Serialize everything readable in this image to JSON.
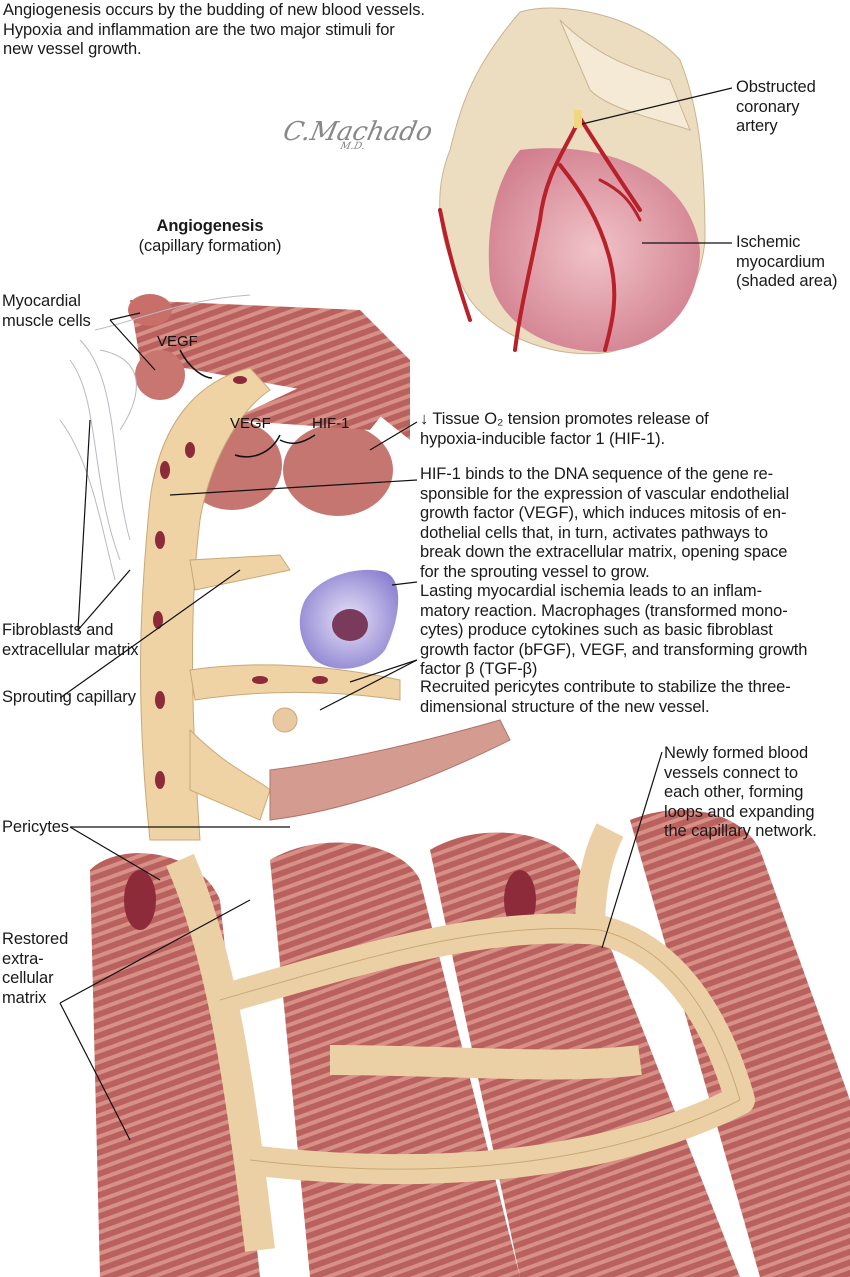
{
  "intro": "Angiogenesis occurs by the budding of new blood vessels.\nHypoxia and inflammation are the two major stimuli for\nnew vessel growth.",
  "signature": {
    "name": "C.Machado",
    "suffix": "M.D."
  },
  "heading": {
    "title": "Angiogenesis",
    "subtitle": "(capillary formation)"
  },
  "heart_labels": {
    "obstructed": "Obstructed\ncoronary\nartery",
    "ischemic": "Ischemic\nmyocardium\n(shaded area)"
  },
  "inline_labels": {
    "vegf_top": "VEGF",
    "vegf_mid": "VEGF",
    "hif": "HIF-1"
  },
  "left_labels": {
    "muscle": "Myocardial\nmuscle cells",
    "fibroblasts": "Fibroblasts and\nextracellular matrix",
    "sprouting": "Sprouting capillary",
    "pericytes": "Pericytes",
    "restored": "Restored\nextra-\ncellular\nmatrix"
  },
  "right_notes": {
    "tissue_o2": "↓ Tissue O₂ tension promotes release of\nhypoxia-inducible factor 1 (HIF-1).",
    "hif_binds": "HIF-1 binds to the DNA sequence of the gene re-\nsponsible for the expression of vascular endothelial\ngrowth factor (VEGF), which induces mitosis of en-\ndothelial cells that, in turn, activates pathways to\nbreak down the extracellular matrix, opening space\nfor the sprouting vessel to grow.",
    "inflammation": "Lasting myocardial ischemia leads to an inflam-\nmatory reaction. Macrophages (transformed mono-\ncytes) produce cytokines such as basic fibroblast\ngrowth factor (bFGF), VEGF, and transforming growth\nfactor β (TGF-β)",
    "pericytes": "Recruited pericytes contribute to stabilize the three-\ndimensional structure of the new vessel.",
    "network": "Newly formed blood\nvessels connect to\neach other, forming\nloops and expanding\nthe capillary network."
  },
  "colors": {
    "muscle": "#b9615e",
    "vessel": "#efd3a4",
    "heart": "#ecdcc0",
    "ischemic": "#de9ba6",
    "artery": "#b8202a",
    "macrophage": "#9a8fd6"
  }
}
